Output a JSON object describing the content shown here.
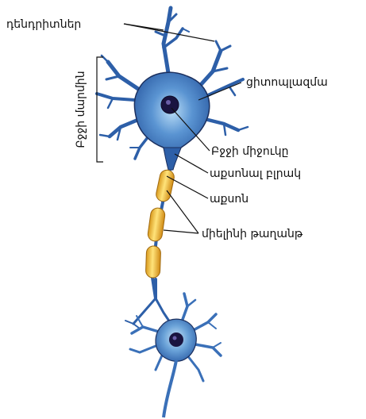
{
  "labels": {
    "dendrites": "դենդրիտներ",
    "cell_body": "Բջջի մարմին",
    "cytoplasm": "ցիտոպլազմա",
    "nucleus": "Բջջի միջուկը",
    "axon_hillock": "աքսոնալ բլրակ",
    "axon": "աքսոն",
    "myelin_sheath": "միելինի թաղանթ"
  },
  "colors": {
    "soma": "#2d5fa8",
    "soma_light": "#8fc1ea",
    "nucleus": "#1a1440",
    "myelin": "#f2c230",
    "myelin_shadow": "#c9921a",
    "outline": "#1b2f5e"
  }
}
